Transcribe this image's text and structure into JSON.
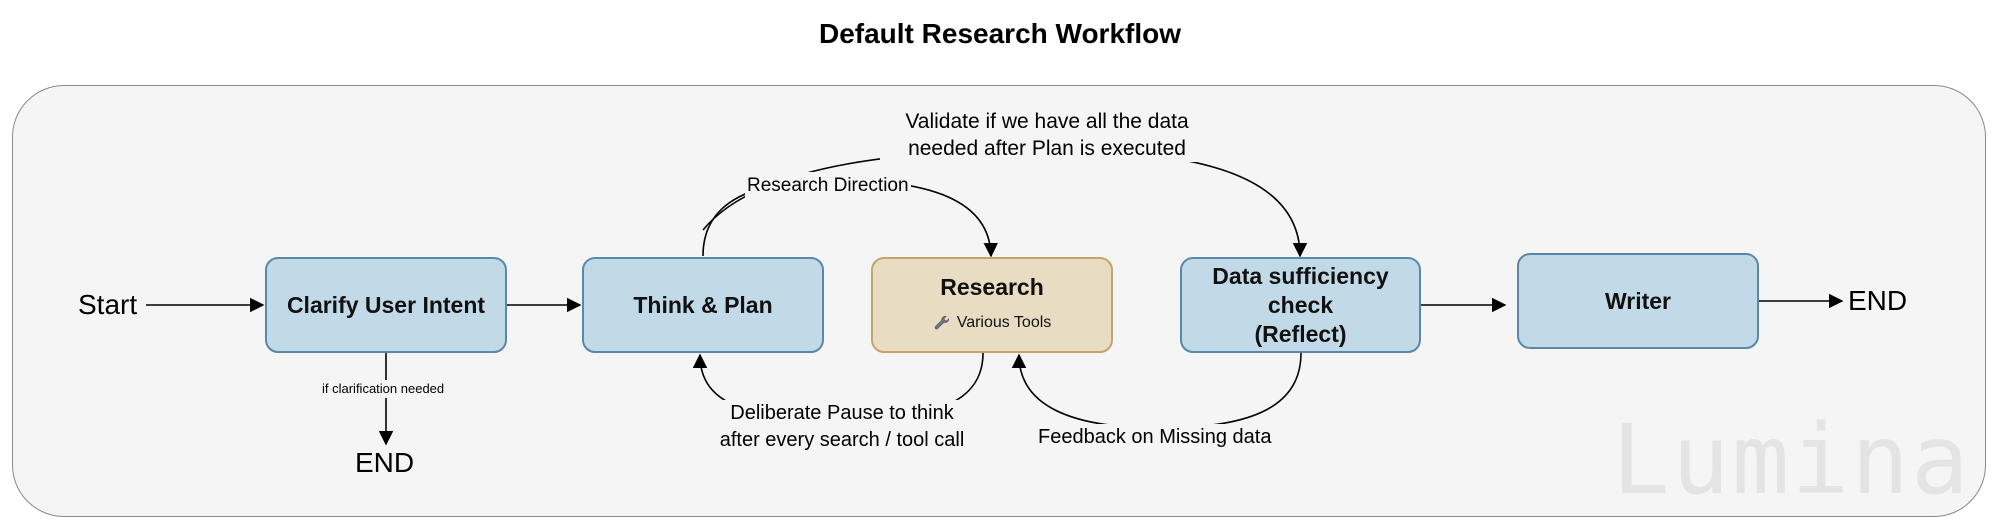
{
  "diagram": {
    "title": "Default Research Workflow",
    "watermark": "Lumina",
    "terminals": {
      "start": "Start",
      "end_clarify": "END",
      "end_final": "END"
    },
    "nodes": {
      "clarify": {
        "label": "Clarify User Intent"
      },
      "think": {
        "label": "Think & Plan"
      },
      "research": {
        "label": "Research",
        "tool_label": "Various Tools",
        "tool_icon": "wrench-icon"
      },
      "data_check": {
        "line1": "Data sufficiency",
        "line2": "check",
        "line3": "(Reflect)"
      },
      "writer": {
        "label": "Writer"
      }
    },
    "edge_labels": {
      "clarification": "if clarification needed",
      "research_direction": "Research Direction",
      "validate_line1": "Validate if we have all the data",
      "validate_line2": "needed after Plan is executed",
      "pause_line1": "Deliberate Pause to think",
      "pause_line2": "after every search / tool call",
      "feedback": "Feedback on Missing data"
    },
    "colors": {
      "process_fill": "#c2dae8",
      "process_border": "#5a88a8",
      "research_fill": "#e8dcc2",
      "research_border": "#c1a56c",
      "panel_fill": "#f5f5f5"
    }
  }
}
